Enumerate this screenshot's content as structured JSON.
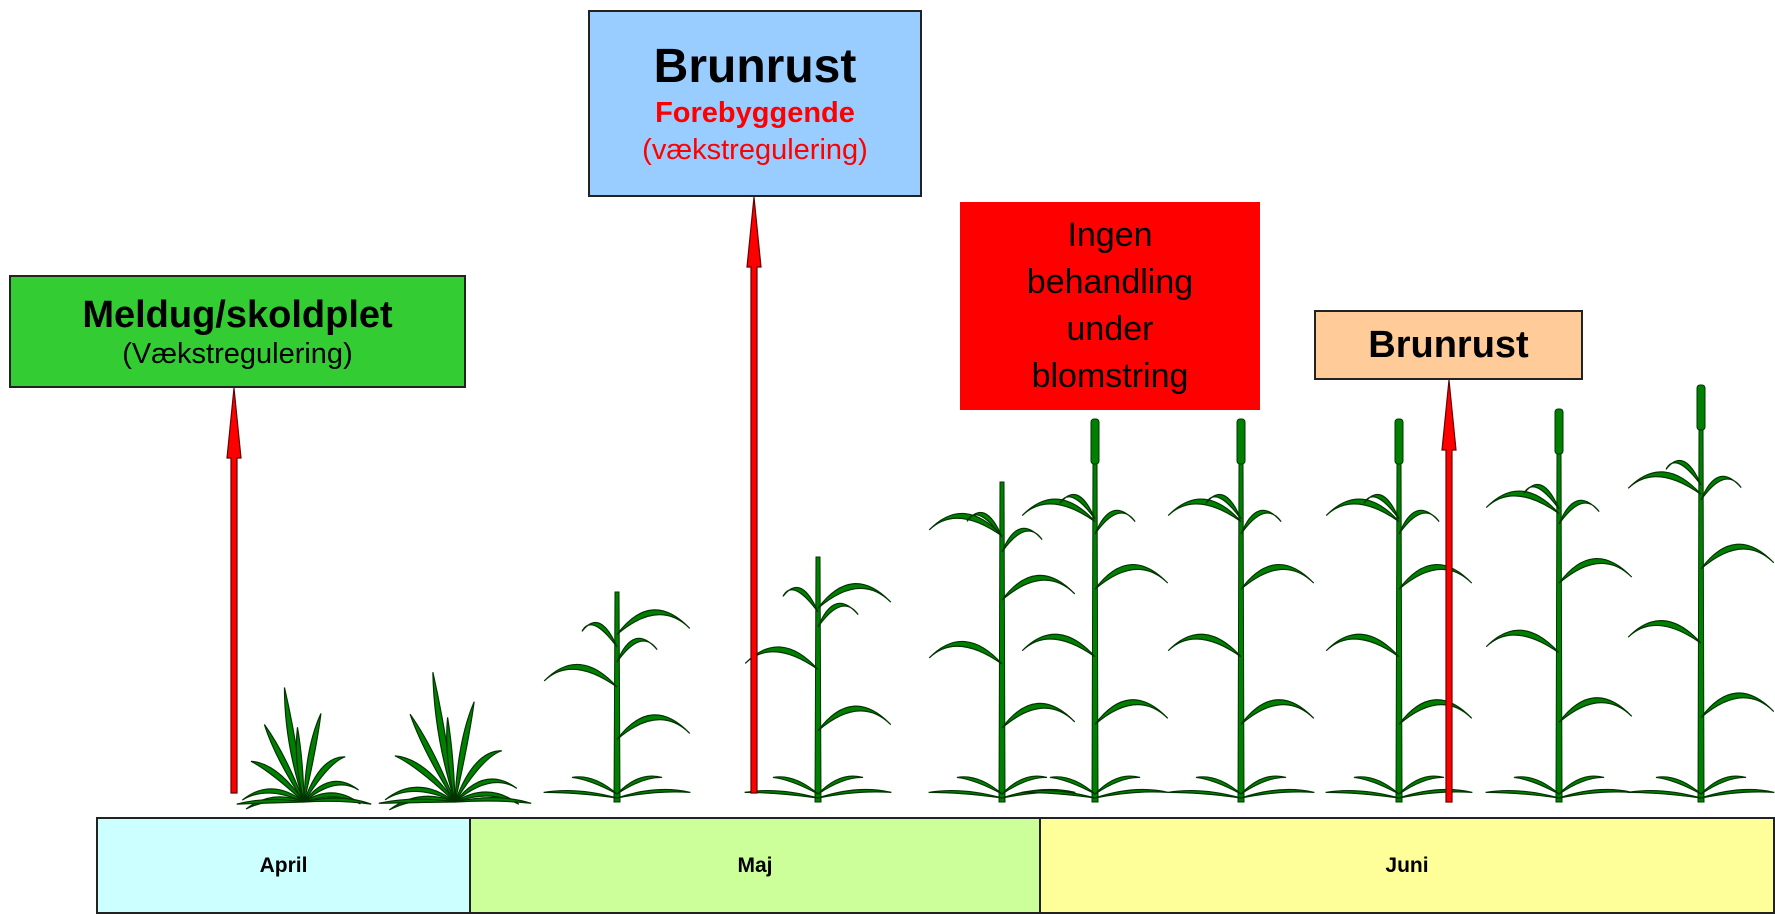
{
  "callouts": {
    "meldug": {
      "title": "Meldug/skoldplet",
      "sub": "(Vækstregulering)",
      "color": "#33cc33"
    },
    "brunrust_early": {
      "title": "Brunrust",
      "strong_note": "Forebyggende",
      "sub": "(vækstregulering)",
      "color": "#99ccff"
    },
    "ingen": {
      "lines": [
        "Ingen",
        "behandling",
        "under",
        "blomstring"
      ],
      "color": "#ff0000"
    },
    "brunrust_late": {
      "title": "Brunrust",
      "color": "#ffcc99"
    }
  },
  "timeline": [
    {
      "label": "April",
      "color": "#ccffff"
    },
    {
      "label": "Maj",
      "color": "#ccff99"
    },
    {
      "label": "Juni",
      "color": "#ffff99"
    }
  ],
  "colors": {
    "arrow": "#ff0000",
    "plant": "#008000",
    "plant_outline": "#003300"
  },
  "icons": {
    "arrow": "arrow-up-icon",
    "plant": "plant-icon"
  }
}
